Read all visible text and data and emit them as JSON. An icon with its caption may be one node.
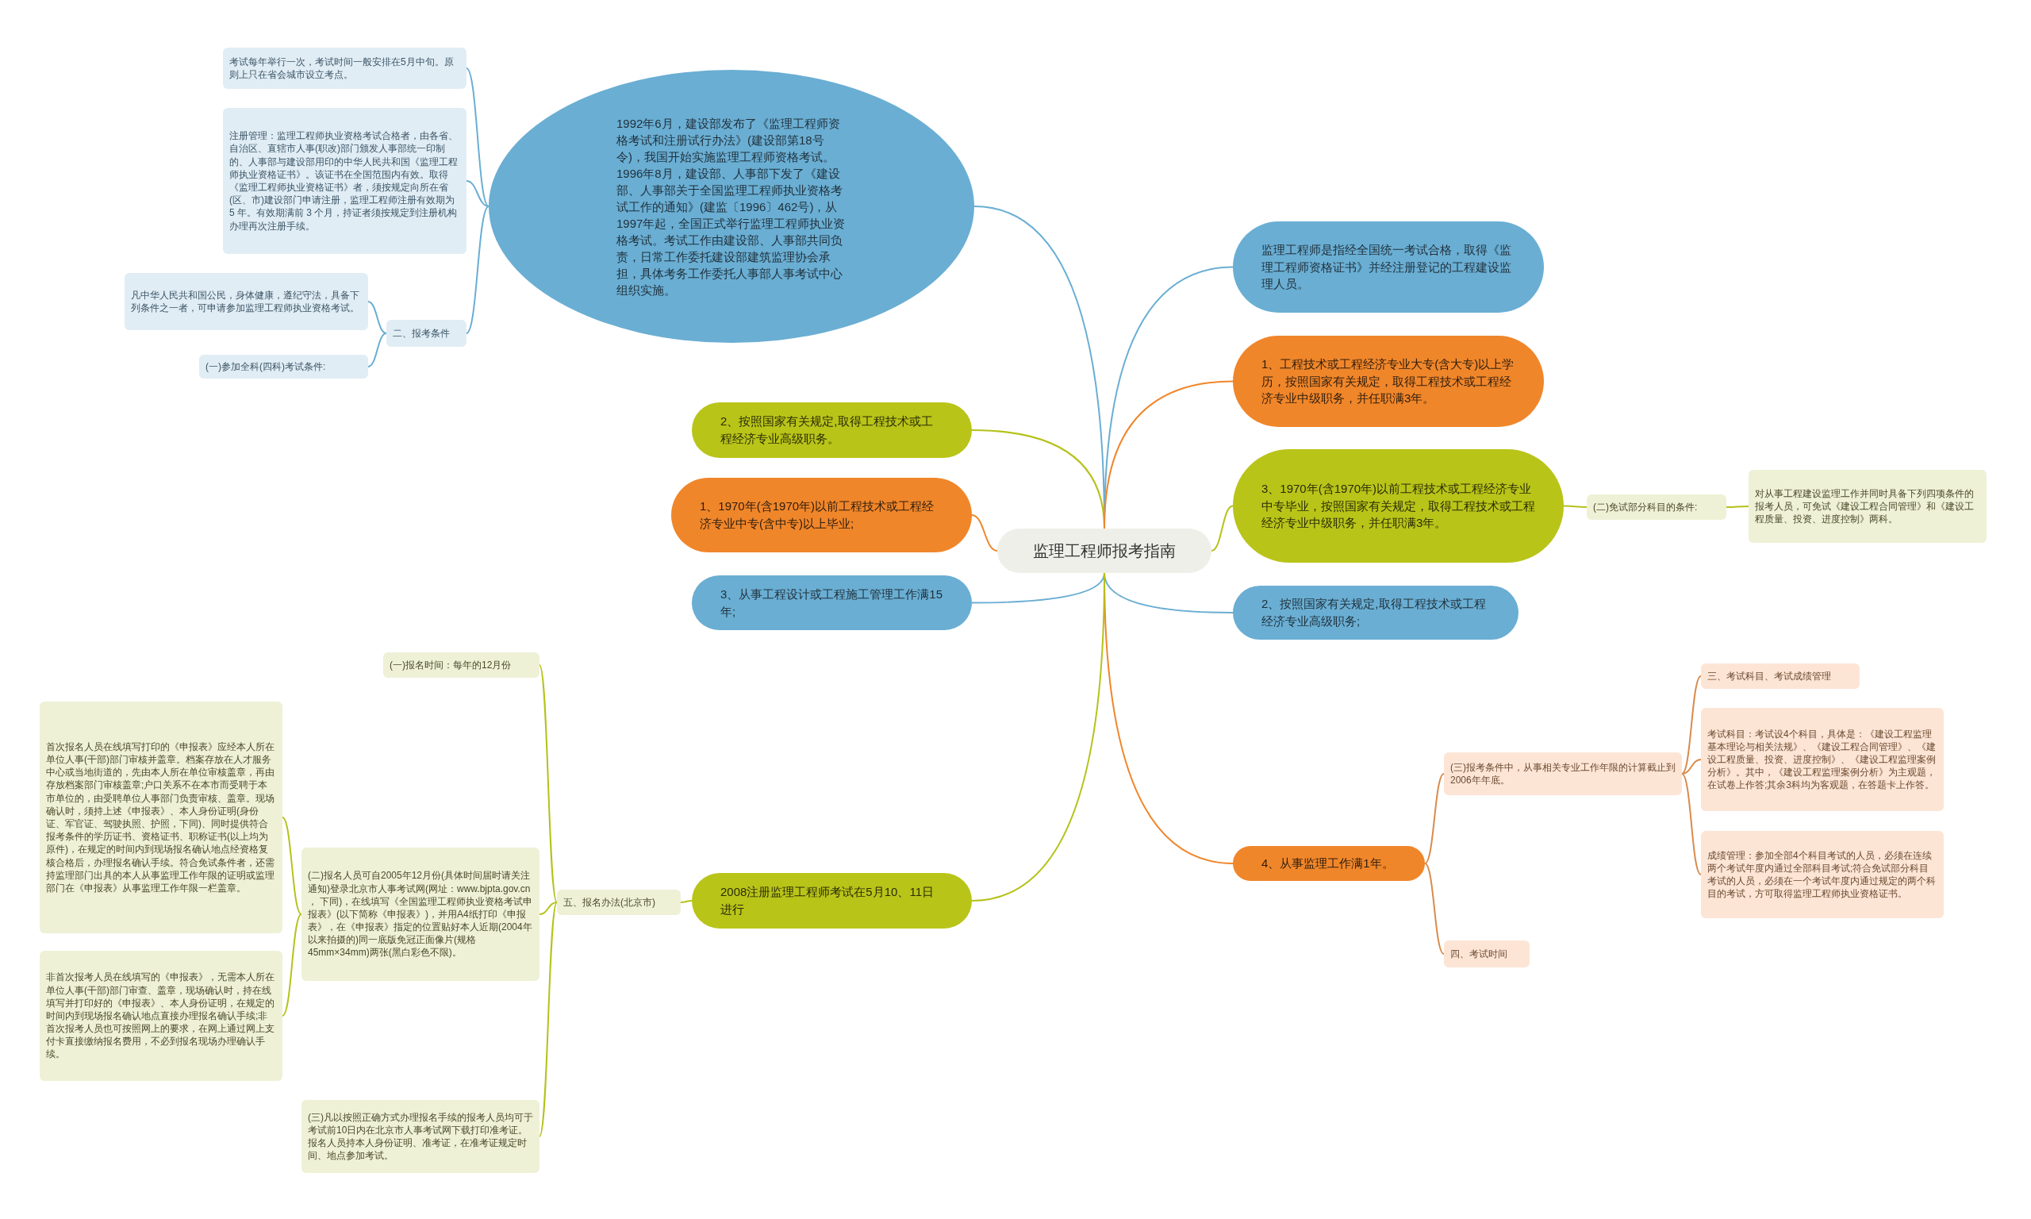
{
  "diagram": {
    "nodes": [
      {
        "text": [
          "监理工程师报考指南"
        ]
      },
      {
        "text": [
          "1992年6月，建设部发布了《监理工程师资格考试和注册试行办法》(建设部第18号令)，我国开始实施监理工程师资格考试。1996年8月，建设部、人事部下发了《建设部、人事部关于全国监理工程师执业资格考试工作的通知》(建监〔1996〕462号)，从1997年起，全国正式举行监理工程师执业资格考试。考试工作由建设部、人事部共同负责，日常工作委托建设部建筑监理协会承担，具体考务工作委托人事部人事考试中心组织实施。"
        ]
      },
      {
        "text": [
          "考试每年举行一次，考试时间一般安排在5月中旬。原则上只在省会城市设立考点。"
        ]
      },
      {
        "text": [
          "注册管理：监理工程师执业资格考试合格者，由各省、自治区、直辖市人事(职改)部门颁发人事部统一印制的、人事部与建设部用印的中华人民共和国《监理工程师执业资格证书》。该证书在全国范围内有效。取得《监理工程师执业资格证书》者，须按规定向所在省(区、市)建设部门申请注册，监理工程师注册有效期为 5 年。有效期满前 3 个月，持证者须按规定到注册机构办理再次注册手续。"
        ]
      },
      {
        "text": [
          "二、报考条件"
        ]
      },
      {
        "text": [
          "凡中华人民共和国公民，身体健康，遵纪守法，具备下列条件之一者，可申请参加监理工程师执业资格考试。"
        ]
      },
      {
        "text": [
          "(一)参加全科(四科)考试条件:"
        ]
      },
      {
        "text": [
          "2、按照国家有关规定,取得工程技术或工程经济专业高级职务。"
        ]
      },
      {
        "text": [
          "1、1970年(含1970年)以前工程技术或工程经济专业中专(含中专)以上毕业;"
        ]
      },
      {
        "text": [
          "3、从事工程设计或工程施工管理工作满15年;"
        ]
      },
      {
        "text": [
          "监理工程师是指经全国统一考试合格，取得《监理工程师资格证书》并经注册登记的工程建设监理人员。"
        ]
      },
      {
        "text": [
          "1、工程技术或工程经济专业大专(含大专)以上学历，按照国家有关规定，取得工程技术或工程经济专业中级职务，并任职满3年。"
        ]
      },
      {
        "text": [
          "3、1970年(含1970年)以前工程技术或工程经济专业中专毕业，按照国家有关规定，取得工程技术或工程经济专业中级职务，并任职满3年。"
        ]
      },
      {
        "text": [
          "(二)免试部分科目的条件:"
        ]
      },
      {
        "text": [
          "对从事工程建设监理工作并同时具备下列四项条件的报考人员，可免试《建设工程合同管理》和《建设工程质量、投资、进度控制》两科。"
        ]
      },
      {
        "text": [
          "2、按照国家有关规定,取得工程技术或工程经济专业高级职务;"
        ]
      },
      {
        "text": [
          "4、从事监理工作满1年。"
        ]
      },
      {
        "text": [
          "(三)报考条件中，从事相关专业工作年限的计算截止到2006年年底。"
        ]
      },
      {
        "text": [
          "四、考试时间"
        ]
      },
      {
        "text": [
          "三、考试科目、考试成绩管理"
        ]
      },
      {
        "text": [
          "考试科目：考试设4个科目，具体是：《建设工程监理基本理论与相关法规》、《建设工程合同管理》、《建设工程质量、投资、进度控制》、《建设工程监理案例分析》。其中，《建设工程监理案例分析》为主观题，在试卷上作答;其余3科均为客观题，在答题卡上作答。"
        ]
      },
      {
        "text": [
          "成绩管理：参加全部4个科目考试的人员，必须在连续两个考试年度内通过全部科目考试;符合免试部分科目考试的人员，必须在一个考试年度内通过规定的两个科目的考试，方可取得监理工程师执业资格证书。"
        ]
      },
      {
        "text": [
          "2008注册监理工程师考试在5月10、11日进行"
        ]
      },
      {
        "text": [
          "五、报名办法(北京市)"
        ]
      },
      {
        "text": [
          "(一)报名时间：每年的12月份"
        ]
      },
      {
        "text": [
          "(二)报名人员可自2005年12月份(具体时间届时请关注通知)登录北京市人事考试网(网址：www.bjpta.gov.cn ， 下同)，在线填写《全国监理工程师执业资格考试申报表》(以下简称《申报表》)，并用A4纸打印《申报表》，在《申报表》指定的位置贴好本人近期(2004年以来拍摄的)同一底版免冠正面像片(规格45mm×34mm)两张(黑白彩色不限)。"
        ]
      },
      {
        "text": [
          "首次报名人员在线填写打印的《申报表》应经本人所在单位人事(干部)部门审核并盖章。档案存放在人才服务中心或当地街道的，先由本人所在单位审核盖章，再由存放档案部门审核盖章;户口关系不在本市而受聘于本市单位的，由受聘单位人事部门负责审核、盖章。现场确认时，须持上述《申报表》、本人身份证明(身份证、军官证、驾驶执照、护照，下同)、同时提供符合报考条件的学历证书、资格证书、职称证书(以上均为原件)，在规定的时间内到现场报名确认地点经资格复核合格后，办理报名确认手续。符合免试条件者，还需持监理部门出具的本人从事监理工作年限的证明或监理部门在《申报表》从事监理工作年限一栏盖章。"
        ]
      },
      {
        "text": [
          "非首次报考人员在线填写的《申报表》，无需本人所在单位人事(干部)部门审查、盖章，现场确认时，持在线填写并打印好的《申报表》、本人身份证明，在规定的时间内到现场报名确认地点直接办理报名确认手续;非首次报考人员也可按照网上的要求，在网上通过网上支付卡直接缴纳报名费用，不必到报名现场办理确认手续。"
        ]
      },
      {
        "text": [
          "(三)凡以按照正确方式办理报名手续的报考人员均可于考试前10日内在北京市人事考试网下载打印准考证。报名人员持本人身份证明、准考证，在准考证规定时间、地点参加考试。"
        ]
      }
    ],
    "edges": [
      {
        "from": 0,
        "to": 1,
        "arrow": "none",
        "color": "#6aaed3"
      },
      {
        "from": 1,
        "to": 2,
        "arrow": "none",
        "color": "#6aaed3"
      },
      {
        "from": 1,
        "to": 3,
        "arrow": "none",
        "color": "#6aaed3"
      },
      {
        "from": 1,
        "to": 4,
        "arrow": "none",
        "color": "#6aaed3"
      },
      {
        "from": 4,
        "to": 5,
        "arrow": "none",
        "color": "#6aaed3"
      },
      {
        "from": 4,
        "to": 6,
        "arrow": "none",
        "color": "#6aaed3"
      },
      {
        "from": 0,
        "to": 7,
        "arrow": "none",
        "color": "#b5c21a"
      },
      {
        "from": 0,
        "to": 8,
        "arrow": "none",
        "color": "#f0862a"
      },
      {
        "from": 0,
        "to": 9,
        "arrow": "none",
        "color": "#6aaed3"
      },
      {
        "from": 0,
        "to": 10,
        "arrow": "none",
        "color": "#6aaed3"
      },
      {
        "from": 0,
        "to": 11,
        "arrow": "none",
        "color": "#f0862a"
      },
      {
        "from": 0,
        "to": 12,
        "arrow": "none",
        "color": "#b5c21a"
      },
      {
        "from": 12,
        "to": 13,
        "arrow": "none",
        "color": "#b5c21a"
      },
      {
        "from": 13,
        "to": 14,
        "arrow": "none",
        "color": "#b5c21a"
      },
      {
        "from": 0,
        "to": 15,
        "arrow": "none",
        "color": "#6aaed3"
      },
      {
        "from": 0,
        "to": 16,
        "arrow": "none",
        "color": "#f0862a"
      },
      {
        "from": 16,
        "to": 17,
        "arrow": "none",
        "color": "#d98a4a"
      },
      {
        "from": 16,
        "to": 18,
        "arrow": "none",
        "color": "#d98a4a"
      },
      {
        "from": 17,
        "to": 19,
        "arrow": "none",
        "color": "#d98a4a"
      },
      {
        "from": 17,
        "to": 20,
        "arrow": "none",
        "color": "#d98a4a"
      },
      {
        "from": 17,
        "to": 21,
        "arrow": "none",
        "color": "#d98a4a"
      },
      {
        "from": 0,
        "to": 22,
        "arrow": "none",
        "color": "#b5c21a"
      },
      {
        "from": 22,
        "to": 23,
        "arrow": "none",
        "color": "#b5c21a"
      },
      {
        "from": 23,
        "to": 24,
        "arrow": "none",
        "color": "#b5c21a"
      },
      {
        "from": 23,
        "to": 25,
        "arrow": "none",
        "color": "#b5c21a"
      },
      {
        "from": 23,
        "to": 28,
        "arrow": "none",
        "color": "#b5c21a"
      },
      {
        "from": 25,
        "to": 26,
        "arrow": "none",
        "color": "#b5c21a"
      },
      {
        "from": 25,
        "to": 27,
        "arrow": "none",
        "color": "#b5c21a"
      }
    ]
  }
}
